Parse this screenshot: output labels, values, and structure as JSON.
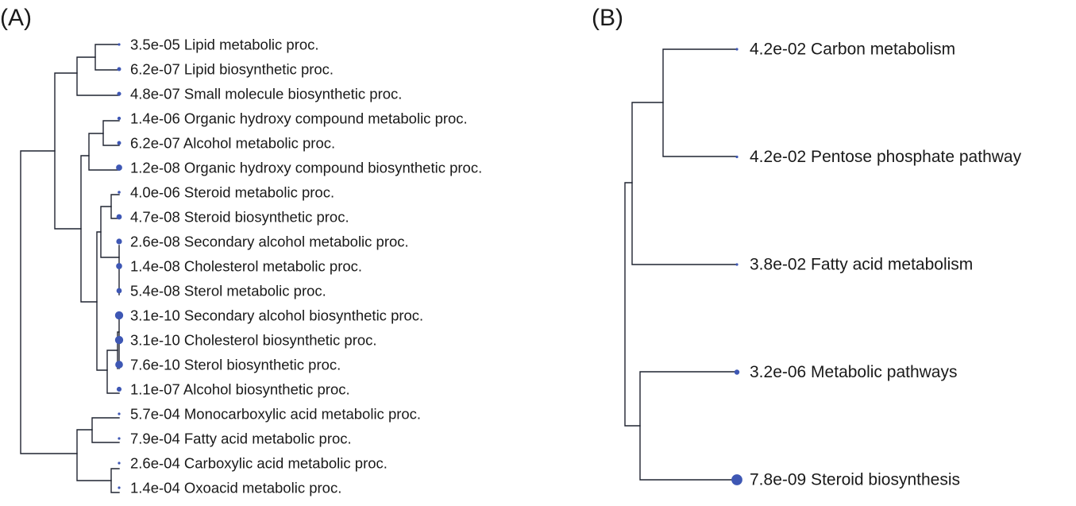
{
  "panels": [
    {
      "label": "(A)",
      "colors": {
        "line": "#1f2330",
        "node": "#3e57b4"
      },
      "leaves": [
        {
          "pvalue": "3.5e-05",
          "term": "Lipid metabolic proc."
        },
        {
          "pvalue": "6.2e-07",
          "term": "Lipid biosynthetic proc."
        },
        {
          "pvalue": "4.8e-07",
          "term": "Small molecule biosynthetic proc."
        },
        {
          "pvalue": "1.4e-06",
          "term": "Organic hydroxy compound metabolic proc."
        },
        {
          "pvalue": "6.2e-07",
          "term": "Alcohol metabolic proc."
        },
        {
          "pvalue": "1.2e-08",
          "term": "Organic hydroxy compound biosynthetic proc."
        },
        {
          "pvalue": "4.0e-06",
          "term": "Steroid metabolic proc."
        },
        {
          "pvalue": "4.7e-08",
          "term": "Steroid biosynthetic proc."
        },
        {
          "pvalue": "2.6e-08",
          "term": "Secondary alcohol metabolic proc."
        },
        {
          "pvalue": "1.4e-08",
          "term": "Cholesterol metabolic proc."
        },
        {
          "pvalue": "5.4e-08",
          "term": "Sterol metabolic proc."
        },
        {
          "pvalue": "3.1e-10",
          "term": "Secondary alcohol biosynthetic proc."
        },
        {
          "pvalue": "3.1e-10",
          "term": "Cholesterol biosynthetic proc."
        },
        {
          "pvalue": "7.6e-10",
          "term": "Sterol biosynthetic proc."
        },
        {
          "pvalue": "1.1e-07",
          "term": "Alcohol biosynthetic proc."
        },
        {
          "pvalue": "5.7e-04",
          "term": "Monocarboxylic acid metabolic proc."
        },
        {
          "pvalue": "7.9e-04",
          "term": "Fatty acid metabolic proc."
        },
        {
          "pvalue": "2.6e-04",
          "term": "Carboxylic acid metabolic proc."
        },
        {
          "pvalue": "1.4e-04",
          "term": "Oxoacid metabolic proc."
        }
      ]
    },
    {
      "label": "(B)",
      "colors": {
        "line": "#1f2330",
        "node": "#3e57b4"
      },
      "leaves": [
        {
          "pvalue": "4.2e-02",
          "term": "Carbon metabolism"
        },
        {
          "pvalue": "4.2e-02",
          "term": "Pentose phosphate pathway"
        },
        {
          "pvalue": "3.8e-02",
          "term": "Fatty acid metabolism"
        },
        {
          "pvalue": "3.2e-06",
          "term": "Metabolic pathways"
        },
        {
          "pvalue": "7.8e-09",
          "term": "Steroid biosynthesis"
        }
      ]
    }
  ]
}
